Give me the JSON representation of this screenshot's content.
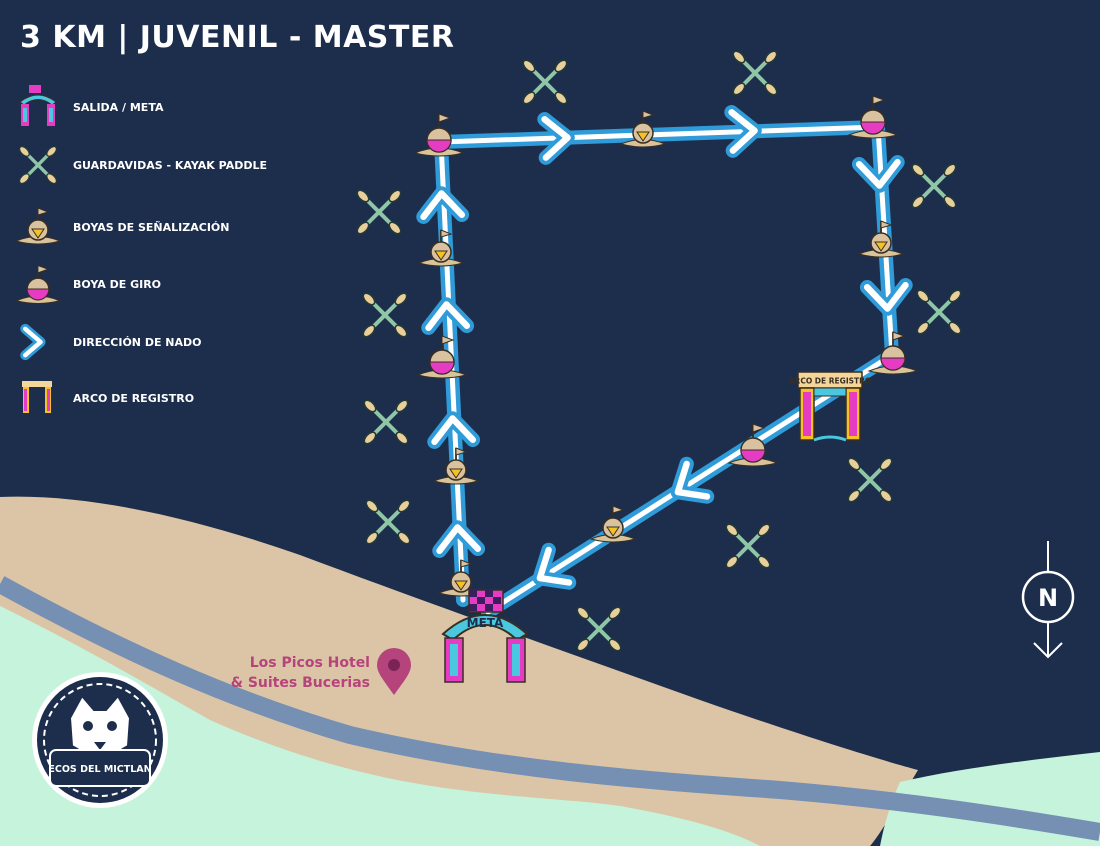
{
  "map": {
    "title": "3 KM | JUVENIL - MASTER",
    "colors": {
      "sea": "#1d2e4d",
      "sand": "#dcc5a6",
      "road": "#7590b3",
      "land": "#c5f3dc",
      "route": "#2f9bd8",
      "route_core": "#ffffff",
      "buoy_turn": "#e63bc3",
      "buoy_signal": "#f4c224",
      "accent_cyan": "#49c8e0",
      "hotel": "#b5447c"
    },
    "legend": [
      {
        "icon": "arch-icon",
        "label": "SALIDA / META"
      },
      {
        "icon": "kayak-paddle-icon",
        "label": "GUARDAVIDAS - KAYAK PADDLE"
      },
      {
        "icon": "signal-buoy-icon",
        "label": "BOYAS DE SEÑALIZACIÓN"
      },
      {
        "icon": "turn-buoy-icon",
        "label": "BOYA DE GIRO"
      },
      {
        "icon": "chevron-right-icon",
        "label": "DIRECCIÓN DE NADO"
      },
      {
        "icon": "registration-arch-icon",
        "label": "ARCO DE REGISTRO"
      }
    ],
    "markers": {
      "finish_arch_label": "META",
      "registration_arch_label": "ARCO DE REGISTRO",
      "compass_label": "N"
    },
    "hotel": {
      "line1": "Los Picos Hotel",
      "line2": "& Suites Bucerias",
      "icon": "map-pin-icon"
    },
    "logo": {
      "icon": "jaguar-logo-icon",
      "text": "ECOS DEL MICTLAN"
    }
  }
}
